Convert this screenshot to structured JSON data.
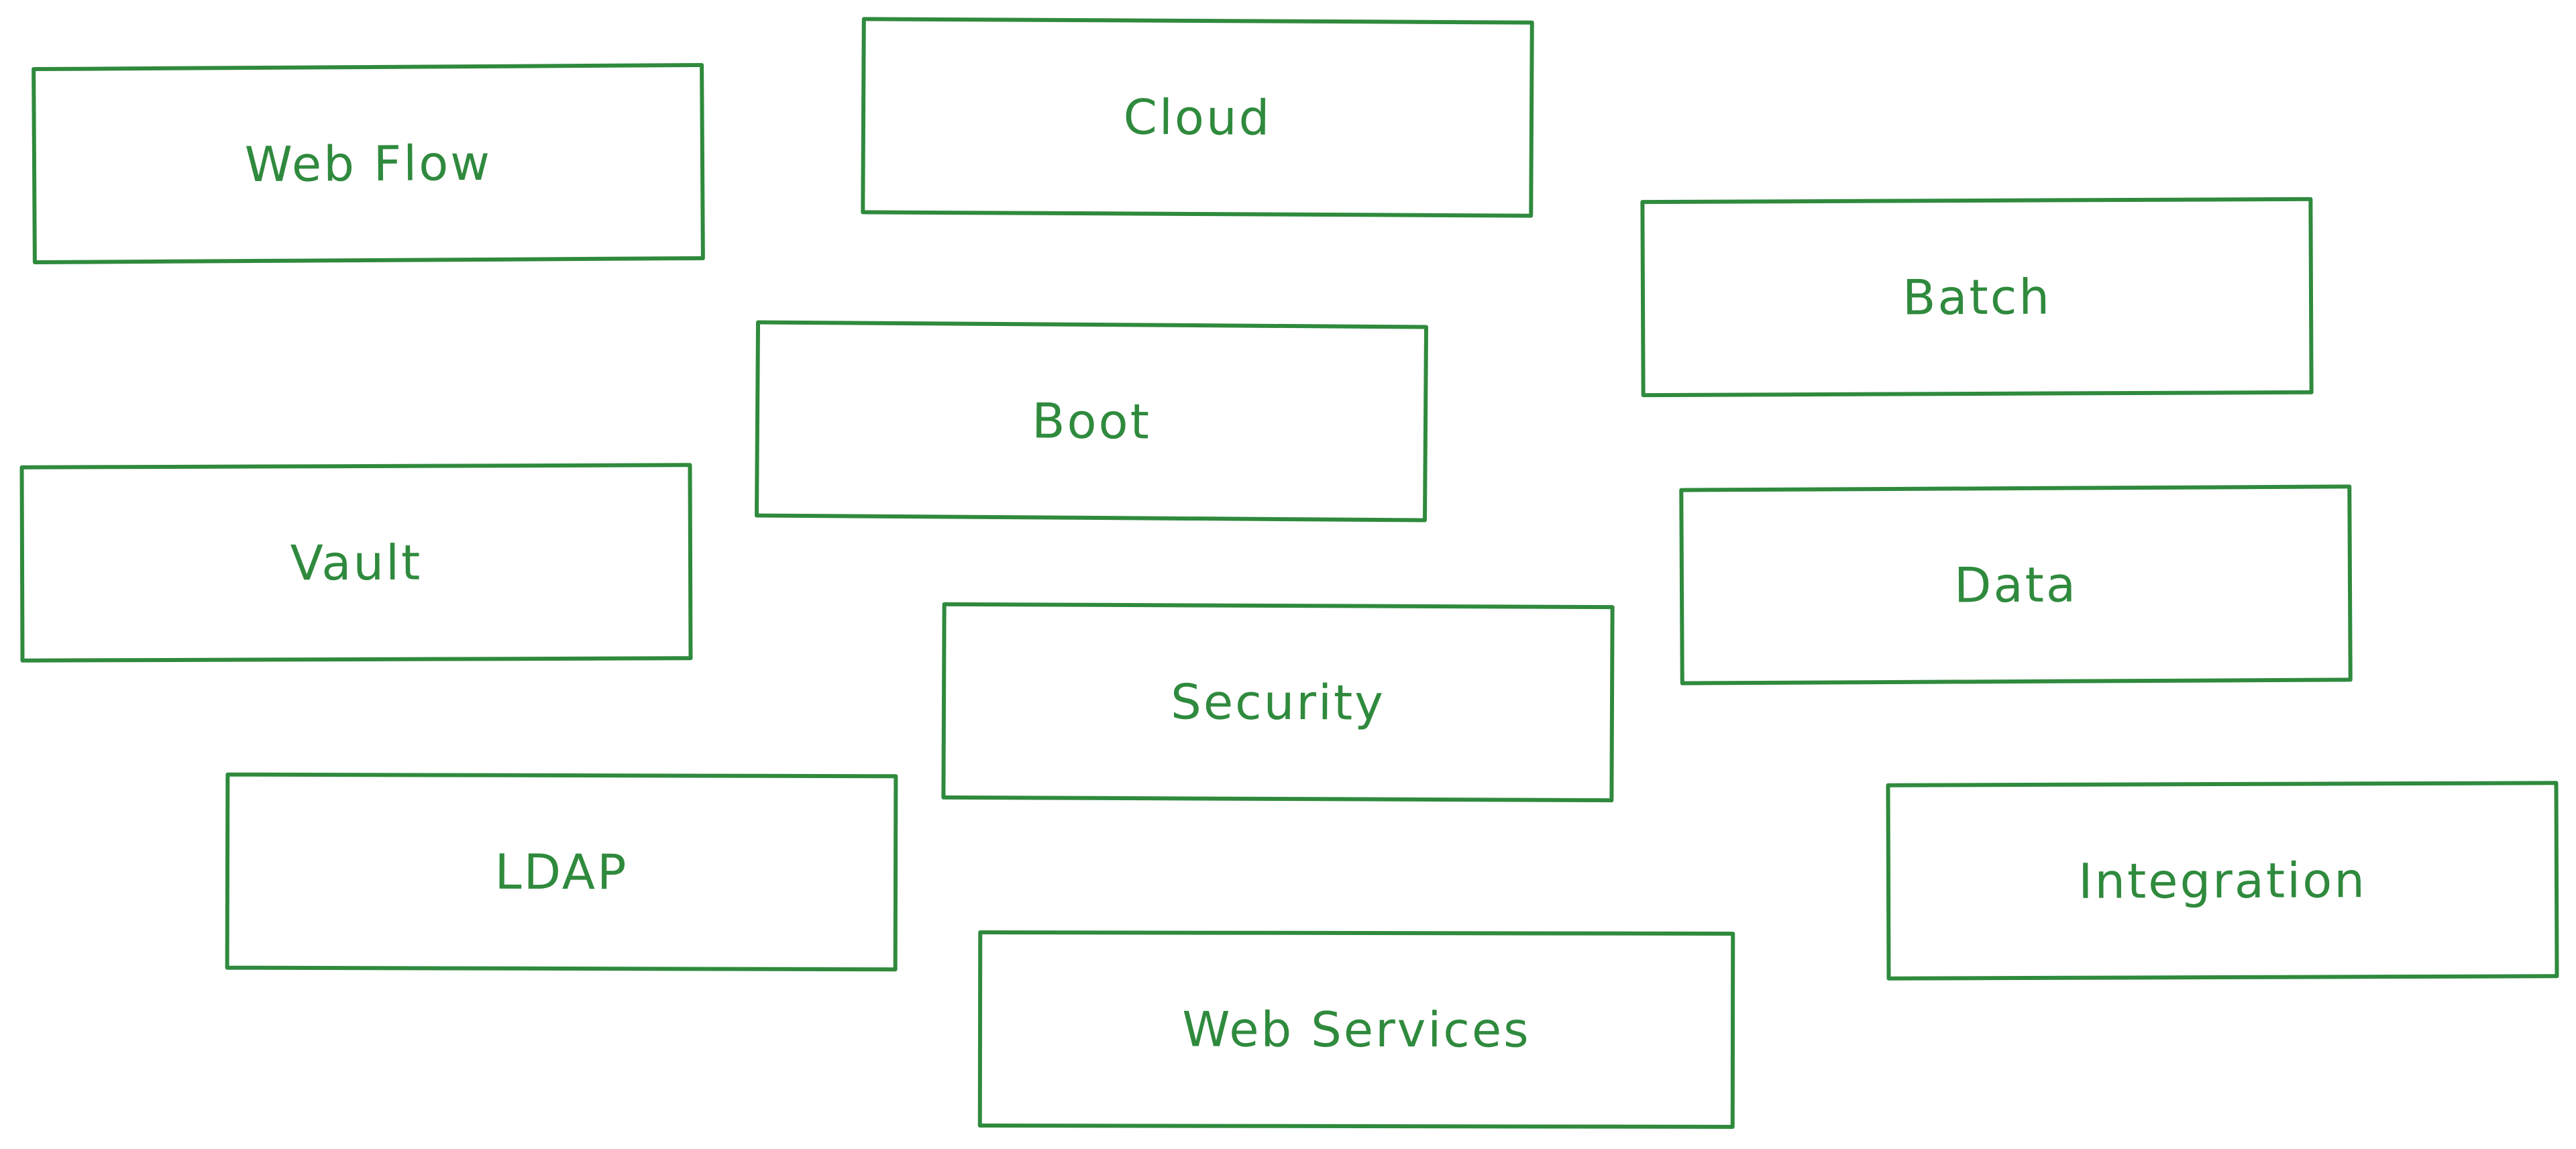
{
  "diagram": {
    "accent_color": "#2f8a3d",
    "boxes": [
      {
        "id": "web-flow",
        "label": "Web Flow"
      },
      {
        "id": "cloud",
        "label": "Cloud"
      },
      {
        "id": "batch",
        "label": "Batch"
      },
      {
        "id": "boot",
        "label": "Boot"
      },
      {
        "id": "vault",
        "label": "Vault"
      },
      {
        "id": "data",
        "label": "Data"
      },
      {
        "id": "security",
        "label": "Security"
      },
      {
        "id": "ldap",
        "label": "LDAP"
      },
      {
        "id": "integration",
        "label": "Integration"
      },
      {
        "id": "web-services",
        "label": "Web Services"
      }
    ]
  }
}
